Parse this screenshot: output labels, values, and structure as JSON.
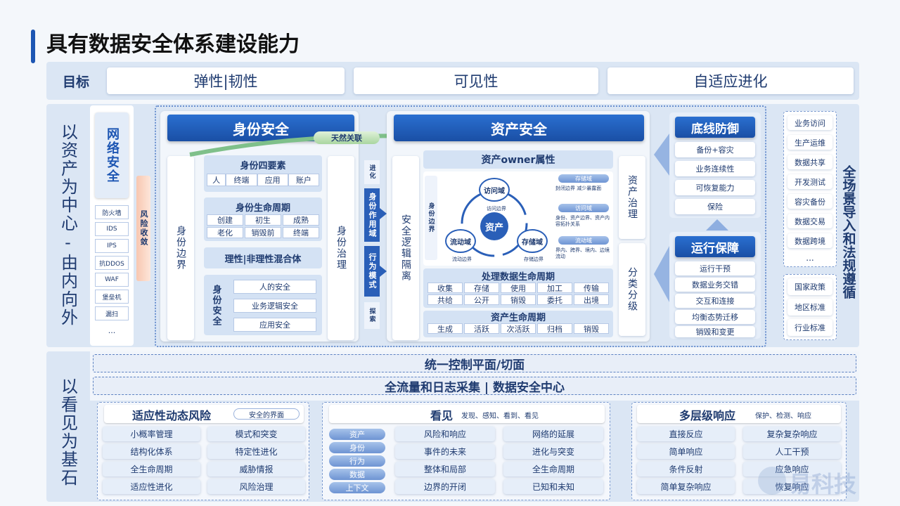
{
  "title": "具有数据安全体系建设能力",
  "goal": {
    "label": "目标",
    "items": [
      "弹性|韧性",
      "可见性",
      "自适应进化"
    ]
  },
  "left_label_top": "以资产为中心-由内向外",
  "left_label_bottom": "以看见为基石",
  "network": {
    "title": "网络安全",
    "items": [
      "防火墙",
      "IDS",
      "IPS",
      "抗DDOS",
      "WAF",
      "堡垒机",
      "漏扫",
      "..."
    ],
    "risk": "风险收敛"
  },
  "identity": {
    "title": "身份安全",
    "boundary": "身份边界",
    "governance": "身份治理",
    "elements": {
      "title": "身份四要素",
      "items": [
        "人",
        "终端",
        "应用",
        "账户"
      ]
    },
    "lifecycle": {
      "title": "身份生命周期",
      "items": [
        "创建",
        "初生",
        "成熟",
        "老化",
        "销毁前",
        "终端"
      ]
    },
    "hybrid": "理性|非理性混合体",
    "security": {
      "label": "身份安全",
      "items": [
        "人的安全",
        "业务逻辑安全",
        "应用安全"
      ]
    }
  },
  "bridge": "天然关联",
  "middle": {
    "evolve": "进化",
    "scope": "身份作用域",
    "behavior": "行为模式",
    "explore": "探索"
  },
  "asset": {
    "title": "资产安全",
    "isolation": "安全逻辑隔离",
    "owner_title": "资产owner属性",
    "id_boundary": "身份边界",
    "center": "资产",
    "nodes": [
      "访问域",
      "流动域",
      "存储域"
    ],
    "node_captions": [
      "访问边界",
      "流动边界",
      "存储边界"
    ],
    "notes": [
      {
        "tag": "存储域",
        "text": "封闭边界 减少暴露面"
      },
      {
        "tag": "访问域",
        "text": "身份、资产边界、资产内容拓扑关系"
      },
      {
        "tag": "流动域",
        "text": "界内、跨界、境内、边境流动"
      }
    ],
    "governance": "资产治理",
    "classify": "分类分级",
    "processing": {
      "title": "处理数据生命周期",
      "items": [
        "收集",
        "存储",
        "使用",
        "加工",
        "传输",
        "共给",
        "公开",
        "销毁",
        "委托",
        "出境"
      ]
    },
    "asset_life": {
      "title": "资产生命周期",
      "items": [
        "生成",
        "活跃",
        "次活跃",
        "归档",
        "销毁"
      ]
    }
  },
  "baseline": {
    "title": "底线防御",
    "items": [
      "备份+容灾",
      "业务连续性",
      "可恢复能力",
      "保险"
    ]
  },
  "operation": {
    "title": "运行保障",
    "items": [
      "运行干预",
      "数据业务交错",
      "交互和连接",
      "均衡态势迁移",
      "销毁和变更"
    ]
  },
  "right": {
    "items": [
      "业务访问",
      "生产运维",
      "数据共享",
      "开发测试",
      "容灾备份",
      "数据交易",
      "数据跨境",
      "..."
    ],
    "policy": [
      "国家政策",
      "地区标准",
      "行业标准"
    ],
    "label": "全场景导入和法规遵循"
  },
  "control_plane": "统一控制平面/切面",
  "data_center": "全流量和日志采集 | 数据安全中心",
  "adaptive": {
    "title": "适应性动态风险",
    "tag": "安全的界面",
    "items": [
      "小概率管理",
      "模式和突变",
      "结构化体系",
      "特定性进化",
      "全生命周期",
      "威胁情报",
      "适应性进化",
      "风险治理"
    ]
  },
  "seeing": {
    "title": "看见",
    "tag": "发现、感知、看到、看见",
    "pills": [
      "资产",
      "身份",
      "行为",
      "数据",
      "上下文"
    ],
    "items": [
      "风险和响应",
      "网络的延展",
      "事件的未来",
      "进化与突变",
      "整体和局部",
      "全生命周期",
      "边界的开闭",
      "已知和未知"
    ]
  },
  "response": {
    "title": "多层级响应",
    "tag": "保护、检测、响应",
    "items": [
      "直接反应",
      "复杂复杂响应",
      "简单响应",
      "人工干预",
      "条件反射",
      "应急响应",
      "简单复杂响应",
      "恢复响应"
    ]
  },
  "watermark": "易科技"
}
